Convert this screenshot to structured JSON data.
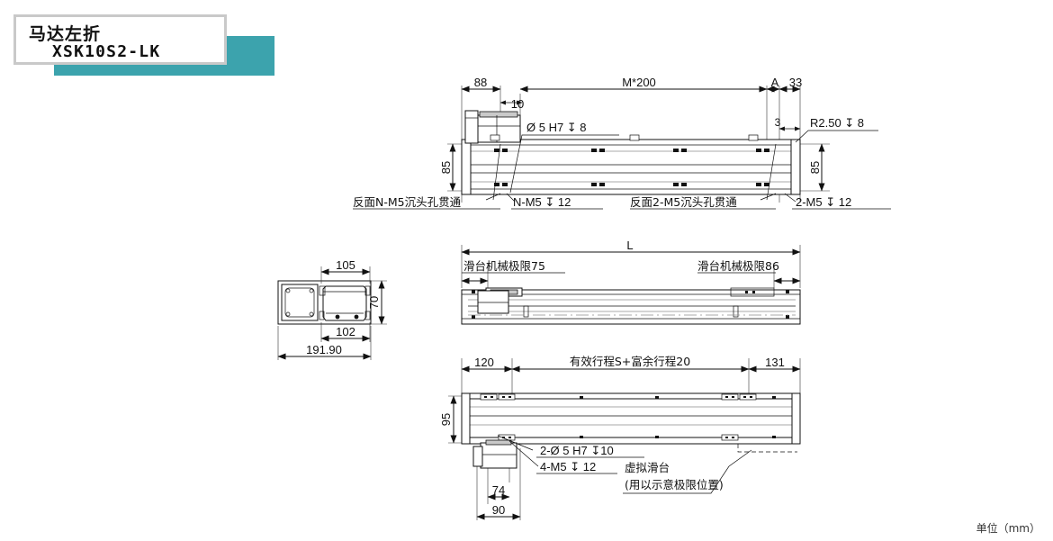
{
  "title": {
    "name_cn": "马达左折",
    "model": "XSK10S2-LK",
    "accent_color": "#3ca3ad",
    "frame_color": "#c9c9c9"
  },
  "unit_note": "单位（mm）",
  "views": {
    "top": {
      "name": "top-view",
      "dimensions": {
        "left_offset": "88",
        "motor_width": "10",
        "pitch_total": "M*200",
        "right_label_a": "A",
        "right_end": "33",
        "right_edge": "3",
        "height_left": "85",
        "height_right": "85"
      },
      "callouts": {
        "dowel": "Ø 5 H7 ↧ 8",
        "radius": "R2.50 ↧ 8",
        "back_n_m5": "反面N-M5沉头孔贯通",
        "n_m5": "N-M5 ↧ 12",
        "back_2_m5": "反面2-M5沉头孔贯通",
        "two_m5": "2-M5 ↧ 12"
      }
    },
    "section": {
      "name": "cross-section-view",
      "dimensions": {
        "width_105": "105",
        "width_102": "102",
        "height_70": "70",
        "overall_191_90": "191.90"
      }
    },
    "side": {
      "name": "side-elevation-view",
      "dimensions": {
        "overall_length": "L"
      },
      "callouts": {
        "limit_left": "滑台机械极限75",
        "limit_right": "滑台机械极限86"
      }
    },
    "bottom": {
      "name": "bottom-view",
      "dimensions": {
        "left_120": "120",
        "stroke_label": "有效行程S+富余行程20",
        "right_131": "131",
        "height_95": "95",
        "width_74": "74",
        "width_90": "90"
      },
      "callouts": {
        "dowel_2": "2-Ø 5 H7 ↧10",
        "m5_4": "4-M5 ↧ 12",
        "virtual_slider_l1": "虚拟滑台",
        "virtual_slider_l2": "(用以示意极限位置)"
      }
    }
  }
}
